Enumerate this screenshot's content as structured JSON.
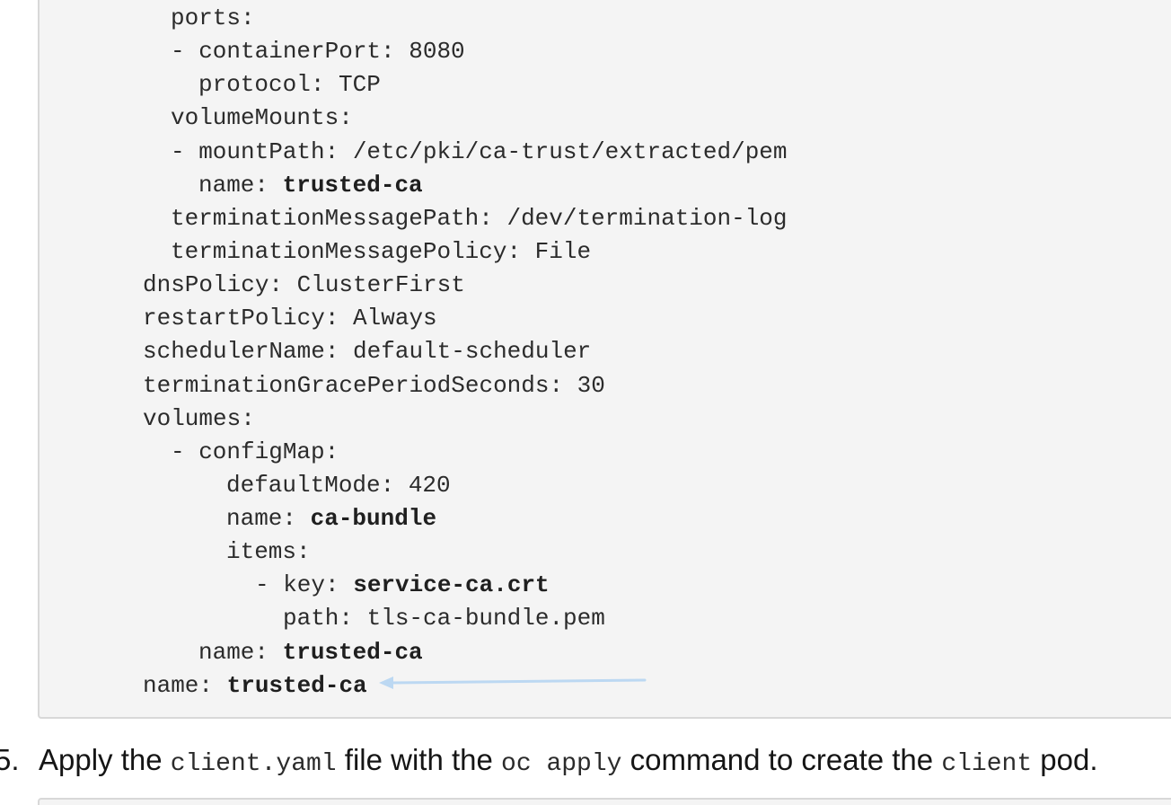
{
  "code_block": {
    "lines": [
      {
        "key": "ports:",
        "val": ""
      },
      {
        "key": "- containerPort: 8080",
        "val": ""
      },
      {
        "key": "protocol: TCP",
        "val": ""
      },
      {
        "key": "volumeMounts:",
        "val": ""
      },
      {
        "key": "- mountPath: /etc/pki/ca-trust/extracted/pem",
        "val": ""
      },
      {
        "key": "name: ",
        "val": "trusted-ca"
      },
      {
        "key": "terminationMessagePath: /dev/termination-log",
        "val": ""
      },
      {
        "key": "terminationMessagePolicy: File",
        "val": ""
      },
      {
        "key": "dnsPolicy: ClusterFirst",
        "val": ""
      },
      {
        "key": "restartPolicy: Always",
        "val": ""
      },
      {
        "key": "schedulerName: default-scheduler",
        "val": ""
      },
      {
        "key": "terminationGracePeriodSeconds: 30",
        "val": ""
      },
      {
        "key": "volumes:",
        "val": ""
      },
      {
        "key": "- configMap:",
        "val": ""
      },
      {
        "key": "defaultMode: 420",
        "val": ""
      },
      {
        "key": "name: ",
        "val": "ca-bundle"
      },
      {
        "key": "items:",
        "val": ""
      },
      {
        "key": "- key: ",
        "val": "service-ca.crt"
      },
      {
        "key": "path: tls-ca-bundle.pem",
        "val": ""
      },
      {
        "key": "name: ",
        "val": "trusted-ca"
      },
      {
        "key": "name: ",
        "val": "trusted-ca"
      }
    ]
  },
  "step": {
    "number": "5.",
    "prefix": "Apply the ",
    "file": "client.yaml",
    "middle": " file with the ",
    "command": "oc apply",
    "middle2": " command to create the ",
    "pod_name": "client",
    "suffix": " pod."
  },
  "colors": {
    "code_bg": "#f4f4f4",
    "code_border": "#d8d8d8",
    "arrow": "#bcd8f2"
  }
}
